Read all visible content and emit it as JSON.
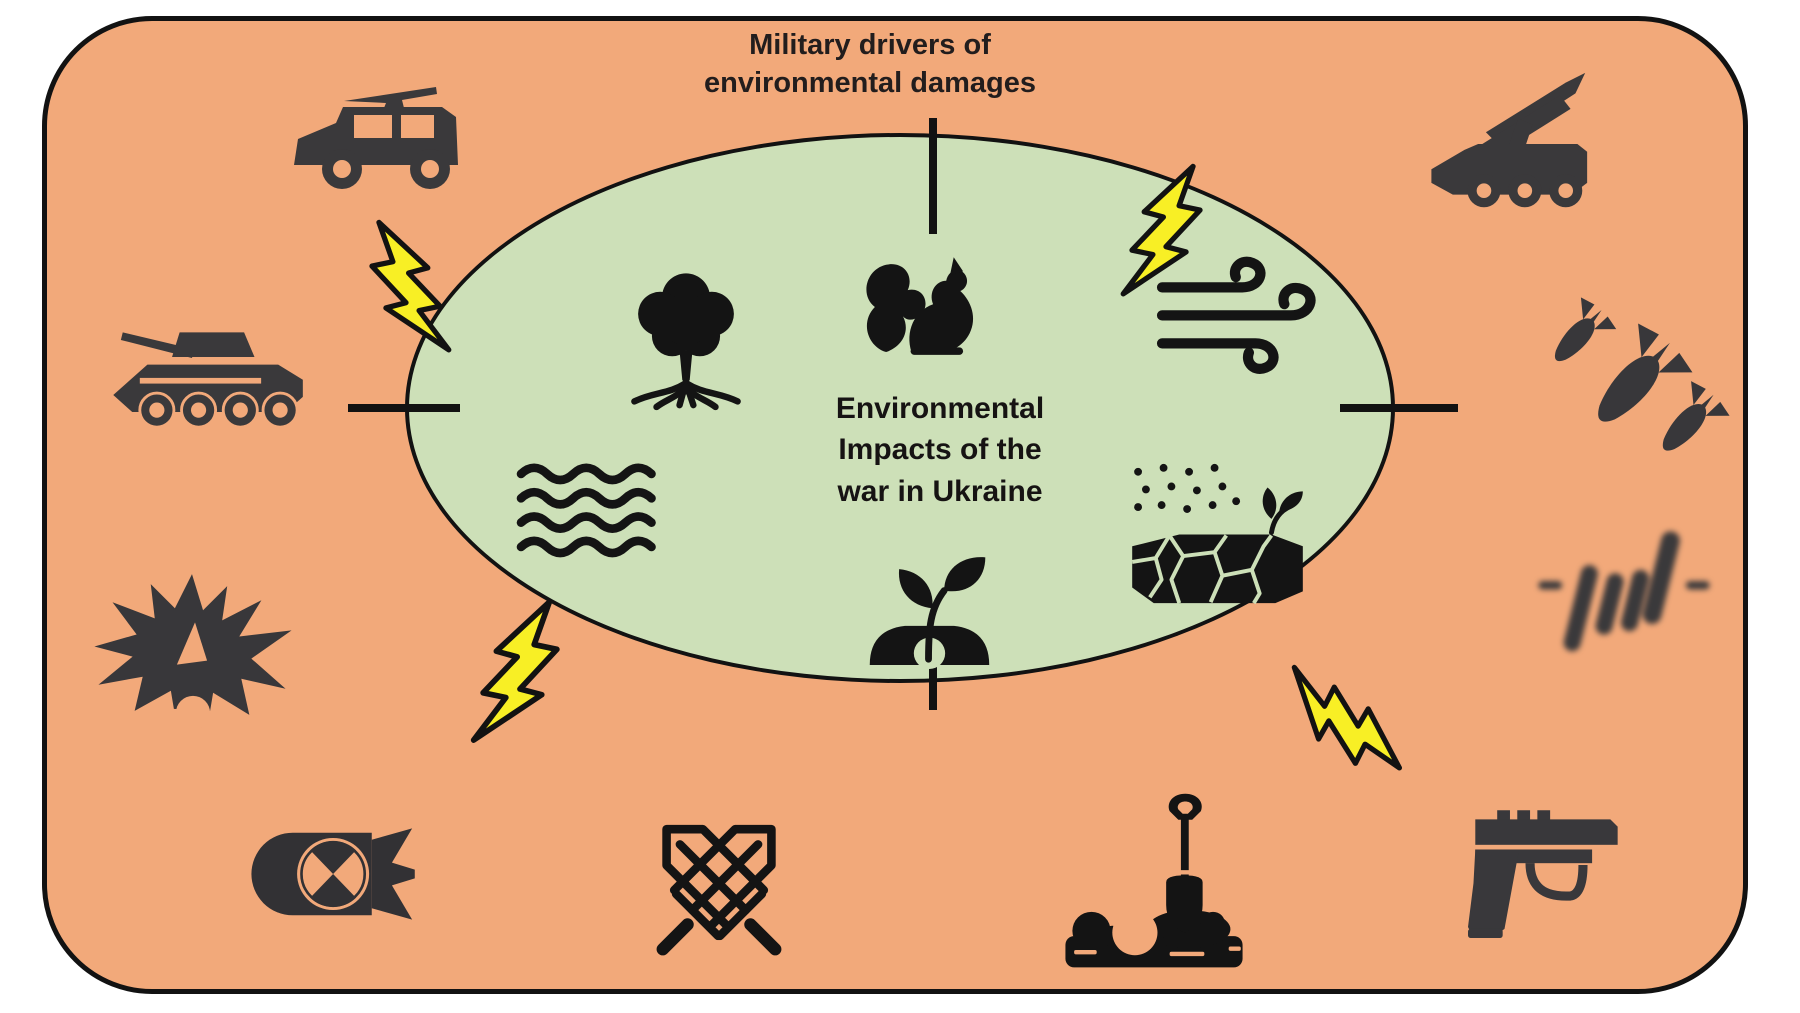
{
  "title": "Military drivers of\nenvironmental damages",
  "diagram": {
    "center_label": "Environmental\nImpacts of the\nwar in Ukraine",
    "inner_zone_meaning": "Environmental Impacts of the war in Ukraine",
    "inner_icons": [
      "tree-with-roots-icon",
      "squirrel-icon",
      "wind-icon",
      "water-waves-icon",
      "seedling-in-soil-icon",
      "dry-cracked-soil-dust-icon"
    ],
    "outer_icons": [
      "military-jeep-icon",
      "missile-launcher-vehicle-icon",
      "armored-personnel-carrier-icon",
      "falling-bombs-icon",
      "explosion-icon",
      "barbed-wire-icon",
      "nuclear-bomb-icon",
      "crossed-swords-icon",
      "trench-shovel-icon",
      "pistol-icon"
    ],
    "effect_icons": [
      "lightning-bolt-icon-top-left",
      "lightning-bolt-icon-top-right",
      "lightning-bolt-icon-bottom-left",
      "lightning-bolt-icon-bottom-right"
    ],
    "divider_ticks": [
      "top",
      "bottom",
      "left",
      "right"
    ]
  },
  "colors": {
    "page_background": "#ffffff",
    "panel_orange": "#f2a97a",
    "ellipse_green": "#cde0b8",
    "outer_icon_dark": "#3a393b",
    "inner_icon_black": "#141414",
    "lightning_yellow": "#f8ef25",
    "outline_black": "#121212"
  }
}
